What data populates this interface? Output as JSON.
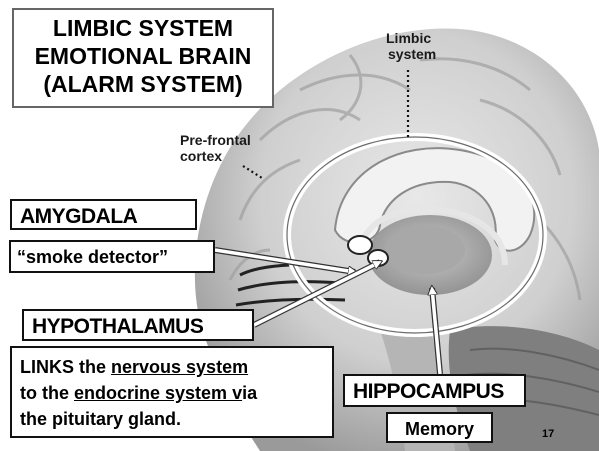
{
  "slide": {
    "title_lines": [
      "LIMBIC SYSTEM",
      "EMOTIONAL BRAIN",
      "(ALARM SYSTEM)"
    ],
    "page_number": "17"
  },
  "diagram_labels": {
    "limbic_system": [
      "Limbic",
      "system"
    ],
    "prefrontal_cortex": [
      "Pre-frontal",
      "cortex"
    ]
  },
  "callouts": {
    "amygdala": "AMYGDALA",
    "smoke_detector": "“smoke detector”",
    "hypothalamus": "HYPOTHALAMUS",
    "links": {
      "line1_a": "LINKS the ",
      "line1_u": "nervous system",
      "line2_a": "to the ",
      "line2_u": "endocrine system v",
      "line2_b": "ia",
      "line3": "the pituitary gland."
    },
    "hippocampus": "HIPPOCAMPUS",
    "memory": "Memory"
  },
  "colors": {
    "background": "#ffffff",
    "brain_fill": "#d9d9d9",
    "brain_shadow": "#a9a9a9",
    "cerebellum": "#8a8a8a",
    "ring": "#ffffff"
  }
}
